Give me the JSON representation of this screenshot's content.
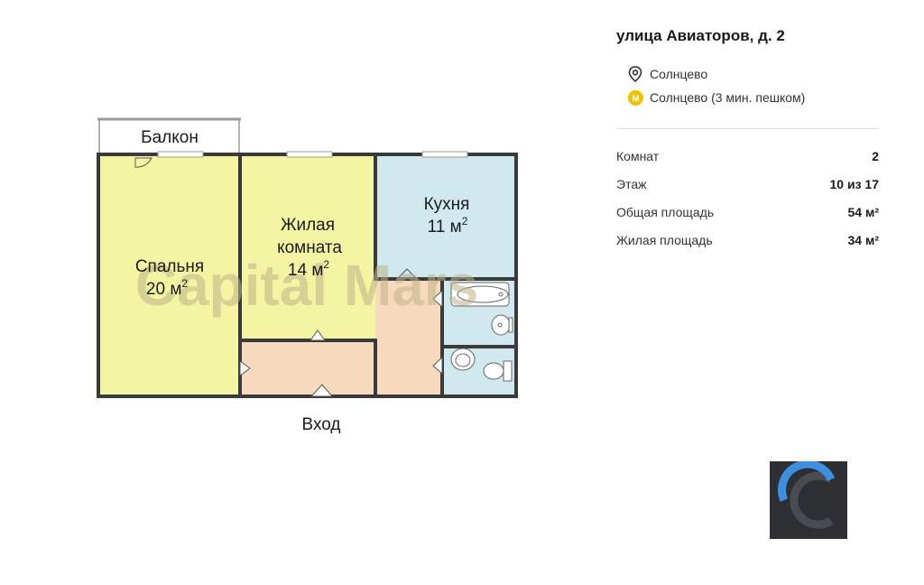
{
  "plan": {
    "watermark": "Capital Mars",
    "rooms": {
      "balcony": "Балкон",
      "bedroom_name": "Спальня",
      "bedroom_area": "20 м",
      "living_line1": "Жилая",
      "living_line2": "комната",
      "living_area": "14 м",
      "kitchen_name": "Кухня",
      "kitchen_area": "11 м",
      "superscript": "2"
    },
    "entrance": "Вход",
    "colors": {
      "bedroom": "#f4f5a3",
      "living": "#f4f5a3",
      "kitchen": "#cfe9ef",
      "hall": "#f7d9be",
      "bath": "#cfe9ef",
      "walls": "#3a3a3a"
    }
  },
  "info": {
    "address": "улица Авиаторов, д. 2",
    "district": "Солнцево",
    "metro": "Солнцево (3 мин. пешком)",
    "metro_badge": "М",
    "stats": [
      {
        "label": "Комнат",
        "value": "2"
      },
      {
        "label": "Этаж",
        "value": "10 из 17"
      },
      {
        "label": "Общая площадь",
        "value": "54 м²"
      },
      {
        "label": "Жилая площадь",
        "value": "34 м²"
      }
    ],
    "logo_color": "#3d8fe0"
  }
}
